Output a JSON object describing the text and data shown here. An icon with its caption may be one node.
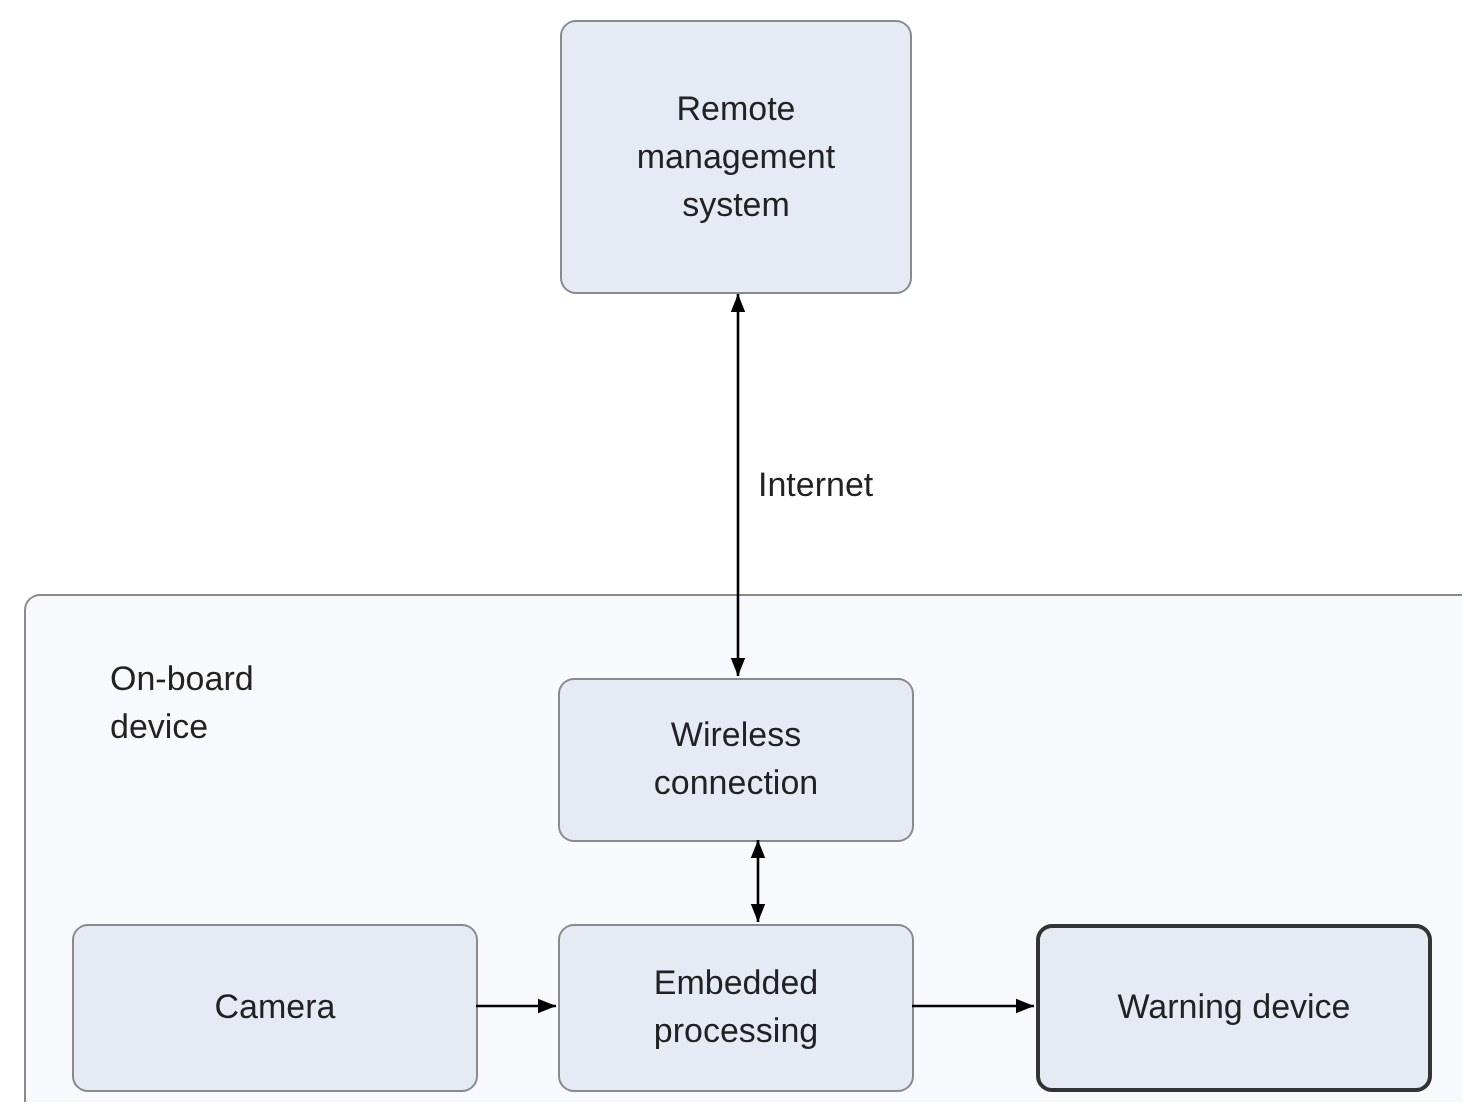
{
  "diagram": {
    "nodes": [
      {
        "text": [
          "Remote management system"
        ]
      },
      {
        "text": [
          "On-board device"
        ]
      },
      {
        "text": [
          "Wireless connection"
        ],
        "in": 1
      },
      {
        "text": [
          "Camera"
        ],
        "in": 1
      },
      {
        "text": [
          "Embedded processing"
        ],
        "in": 1
      },
      {
        "text": [
          "Warning device"
        ],
        "in": 1
      }
    ],
    "edges": [
      {
        "from": 0,
        "to": 2,
        "arrow": "both",
        "label": "Internet"
      },
      {
        "from": 2,
        "to": 4,
        "arrow": "both"
      },
      {
        "from": 3,
        "to": 4,
        "arrow": "to"
      },
      {
        "from": 4,
        "to": 5,
        "arrow": "to"
      }
    ]
  }
}
